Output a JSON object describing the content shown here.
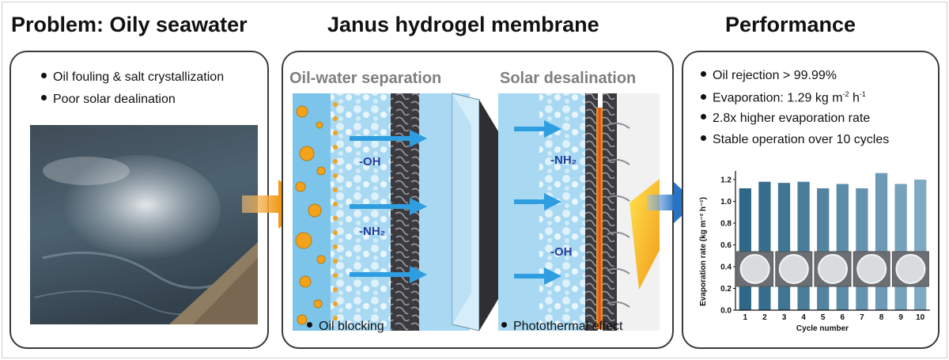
{
  "headings": {
    "problem": "Problem: Oily seawater",
    "membrane": "Janus hydrogel membrane",
    "performance": "Performance"
  },
  "problem_panel": {
    "bullets": [
      "Oil fouling & salt crystallization",
      "Poor solar dealination"
    ]
  },
  "membrane_panel": {
    "left_title": "Oil-water separation",
    "right_title": "Solar desalination",
    "left_groups": [
      "-OH",
      "-NH₂"
    ],
    "right_groups": [
      "-NH₂",
      "-OH"
    ],
    "left_caption": "Oil blocking",
    "right_caption": "Photothermal effect"
  },
  "performance_panel": {
    "bullets": [
      {
        "text": "Oil rejection > 99.99%"
      },
      {
        "text": "Evaporation: 1.29 kg m",
        "sup1": "-2",
        "mid": " h",
        "sup2": "-1"
      },
      {
        "text": "2.8x higher evaporation rate"
      },
      {
        "text": "Stable operation over 10 cycles"
      }
    ]
  },
  "colors": {
    "water_blue": "#a9d9f2",
    "bubble_blue": "#7cc4ea",
    "oil_orange": "#f3a31b",
    "arrow_blue": "#2e9ee0",
    "bar_dark": "#2e6787",
    "bar_light": "#7fa9c3"
  },
  "chart_data": {
    "type": "bar",
    "categories": [
      "1",
      "2",
      "3",
      "4",
      "5",
      "6",
      "7",
      "8",
      "9",
      "10"
    ],
    "values": [
      1.12,
      1.18,
      1.17,
      1.18,
      1.12,
      1.16,
      1.12,
      1.26,
      1.16,
      1.2
    ],
    "xlabel": "Cycle number",
    "ylabel": "Evaporation rate (kg m⁻² h⁻¹)",
    "ylim": [
      0,
      1.2
    ],
    "yticks": [
      "0.0",
      "0.2",
      "0.4",
      "0.6",
      "0.8",
      "1.0",
      "1.2"
    ],
    "grid": false
  }
}
